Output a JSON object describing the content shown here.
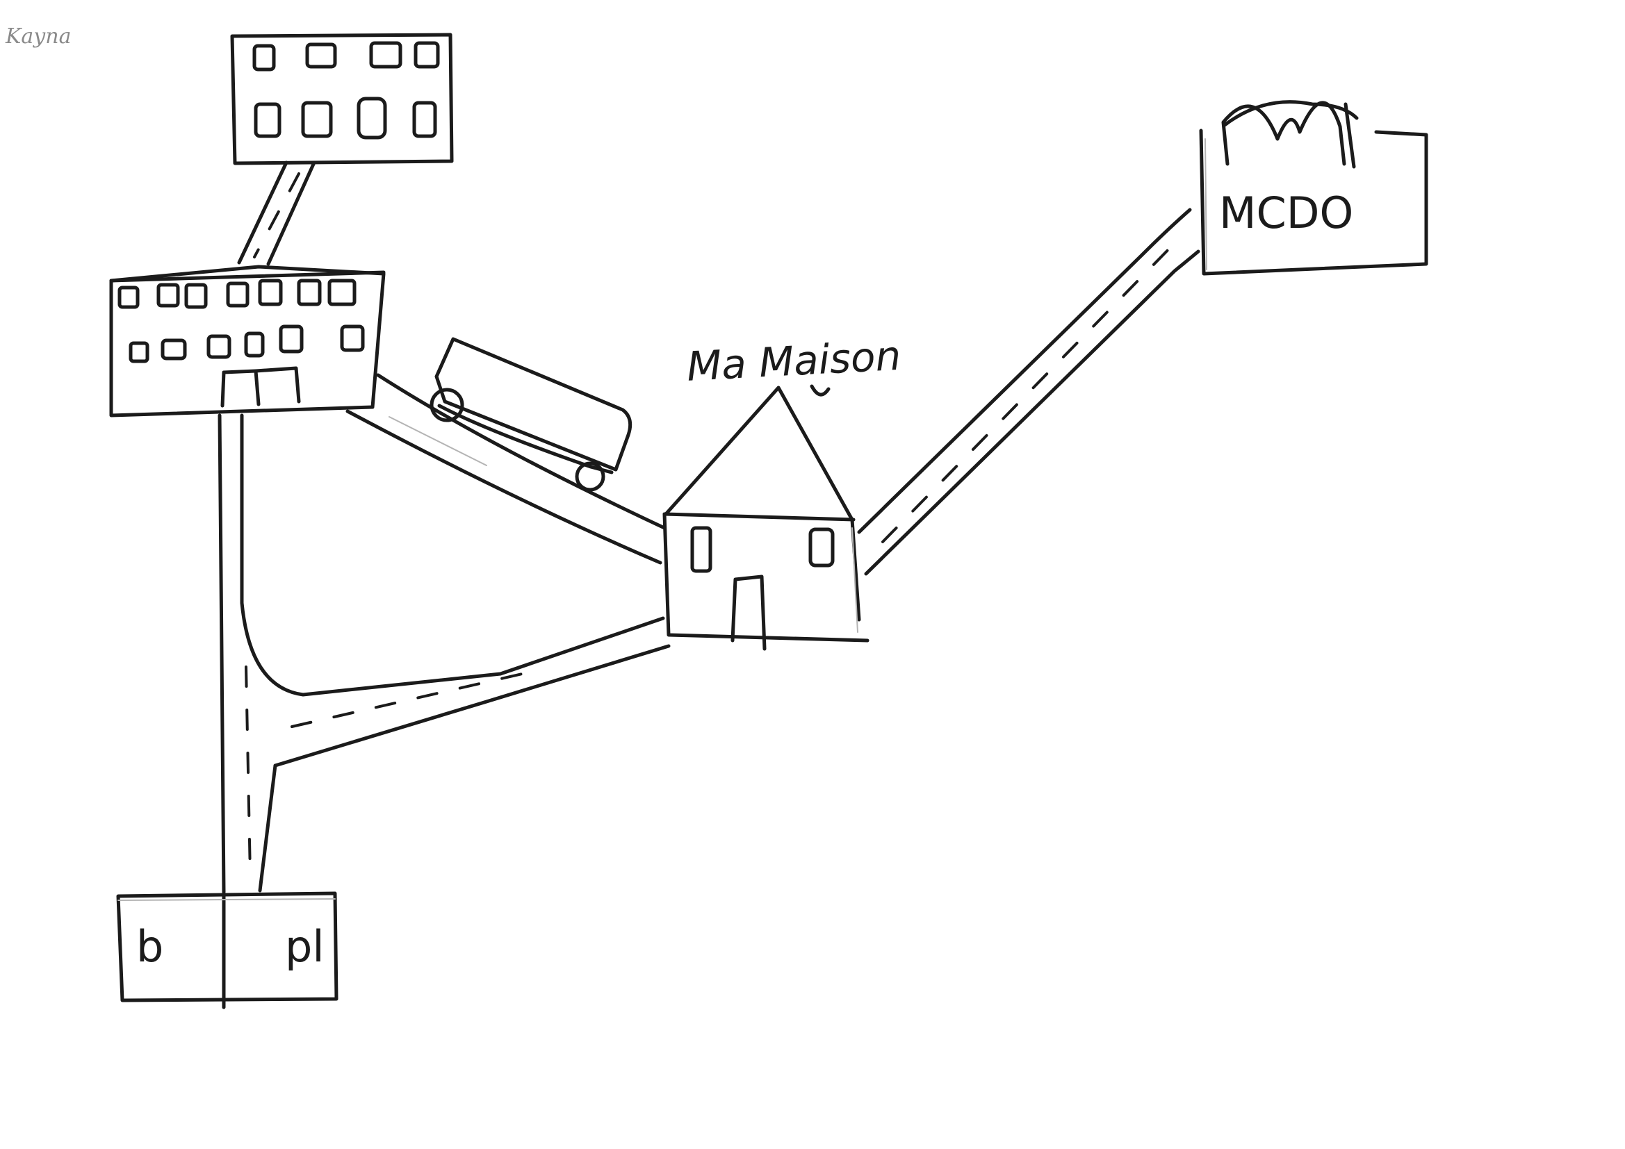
{
  "author_signature": "Kayna",
  "house_label": "Ma Maison",
  "restaurant": {
    "logo": "m",
    "label": "MCDO"
  },
  "shop_labels": {
    "left": "b",
    "right": "pl"
  },
  "colors": {
    "ink": "#1b1b1b",
    "pencil": "#b4b4b4",
    "paper": "#ffffff"
  }
}
